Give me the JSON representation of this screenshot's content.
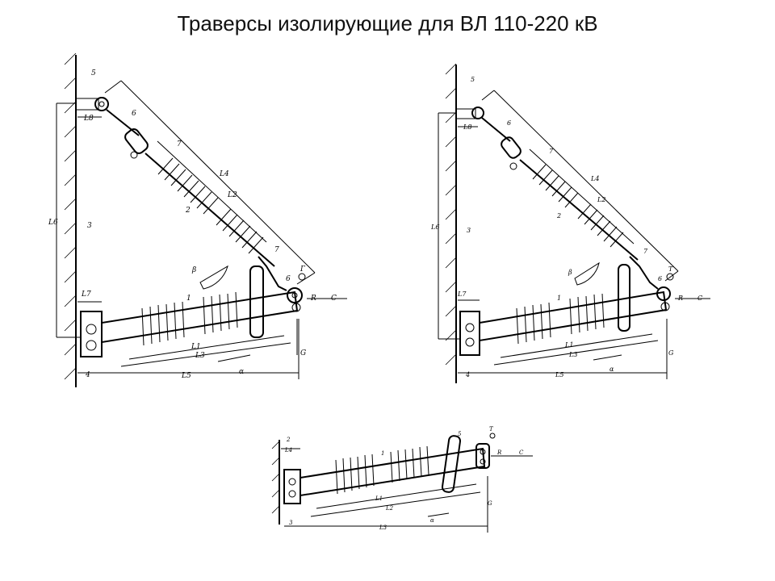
{
  "title": "Траверсы изолирующие для ВЛ 110-220 кВ",
  "figures": {
    "left": {
      "labels": {
        "n1": "1",
        "n2": "2",
        "n3": "3",
        "n4": "4",
        "n5": "5",
        "n6a": "6",
        "n6b": "6",
        "n7a": "7",
        "n7b": "7",
        "L1": "L1",
        "L2": "L2",
        "L3": "L3",
        "L4": "L4",
        "L5": "L5",
        "L6": "L6",
        "L7": "L7",
        "L8": "L8",
        "alpha": "α",
        "beta": "β",
        "T": "Г",
        "R": "R",
        "C": "C",
        "G": "G"
      }
    },
    "right": {
      "labels": {
        "n1": "1",
        "n2": "2",
        "n3": "3",
        "n4": "4",
        "n5": "5",
        "n6a": "6",
        "n6b": "6",
        "n7a": "7",
        "n7b": "7",
        "L1": "L1",
        "L2": "L2",
        "L3": "L3",
        "L4": "L4",
        "L5": "L5",
        "L6": "L6",
        "L7": "L7",
        "L8": "L8",
        "alpha": "α",
        "beta": "β",
        "T": "T",
        "R": "R",
        "C": "C",
        "G": "G"
      }
    },
    "bottom": {
      "labels": {
        "n1": "1",
        "n2": "2",
        "n3": "3",
        "n5": "5",
        "L1": "L1",
        "L2": "L2",
        "L3": "L3",
        "L4": "L4",
        "alpha": "α",
        "T": "T",
        "R": "R",
        "C": "C",
        "G": "G"
      }
    }
  }
}
